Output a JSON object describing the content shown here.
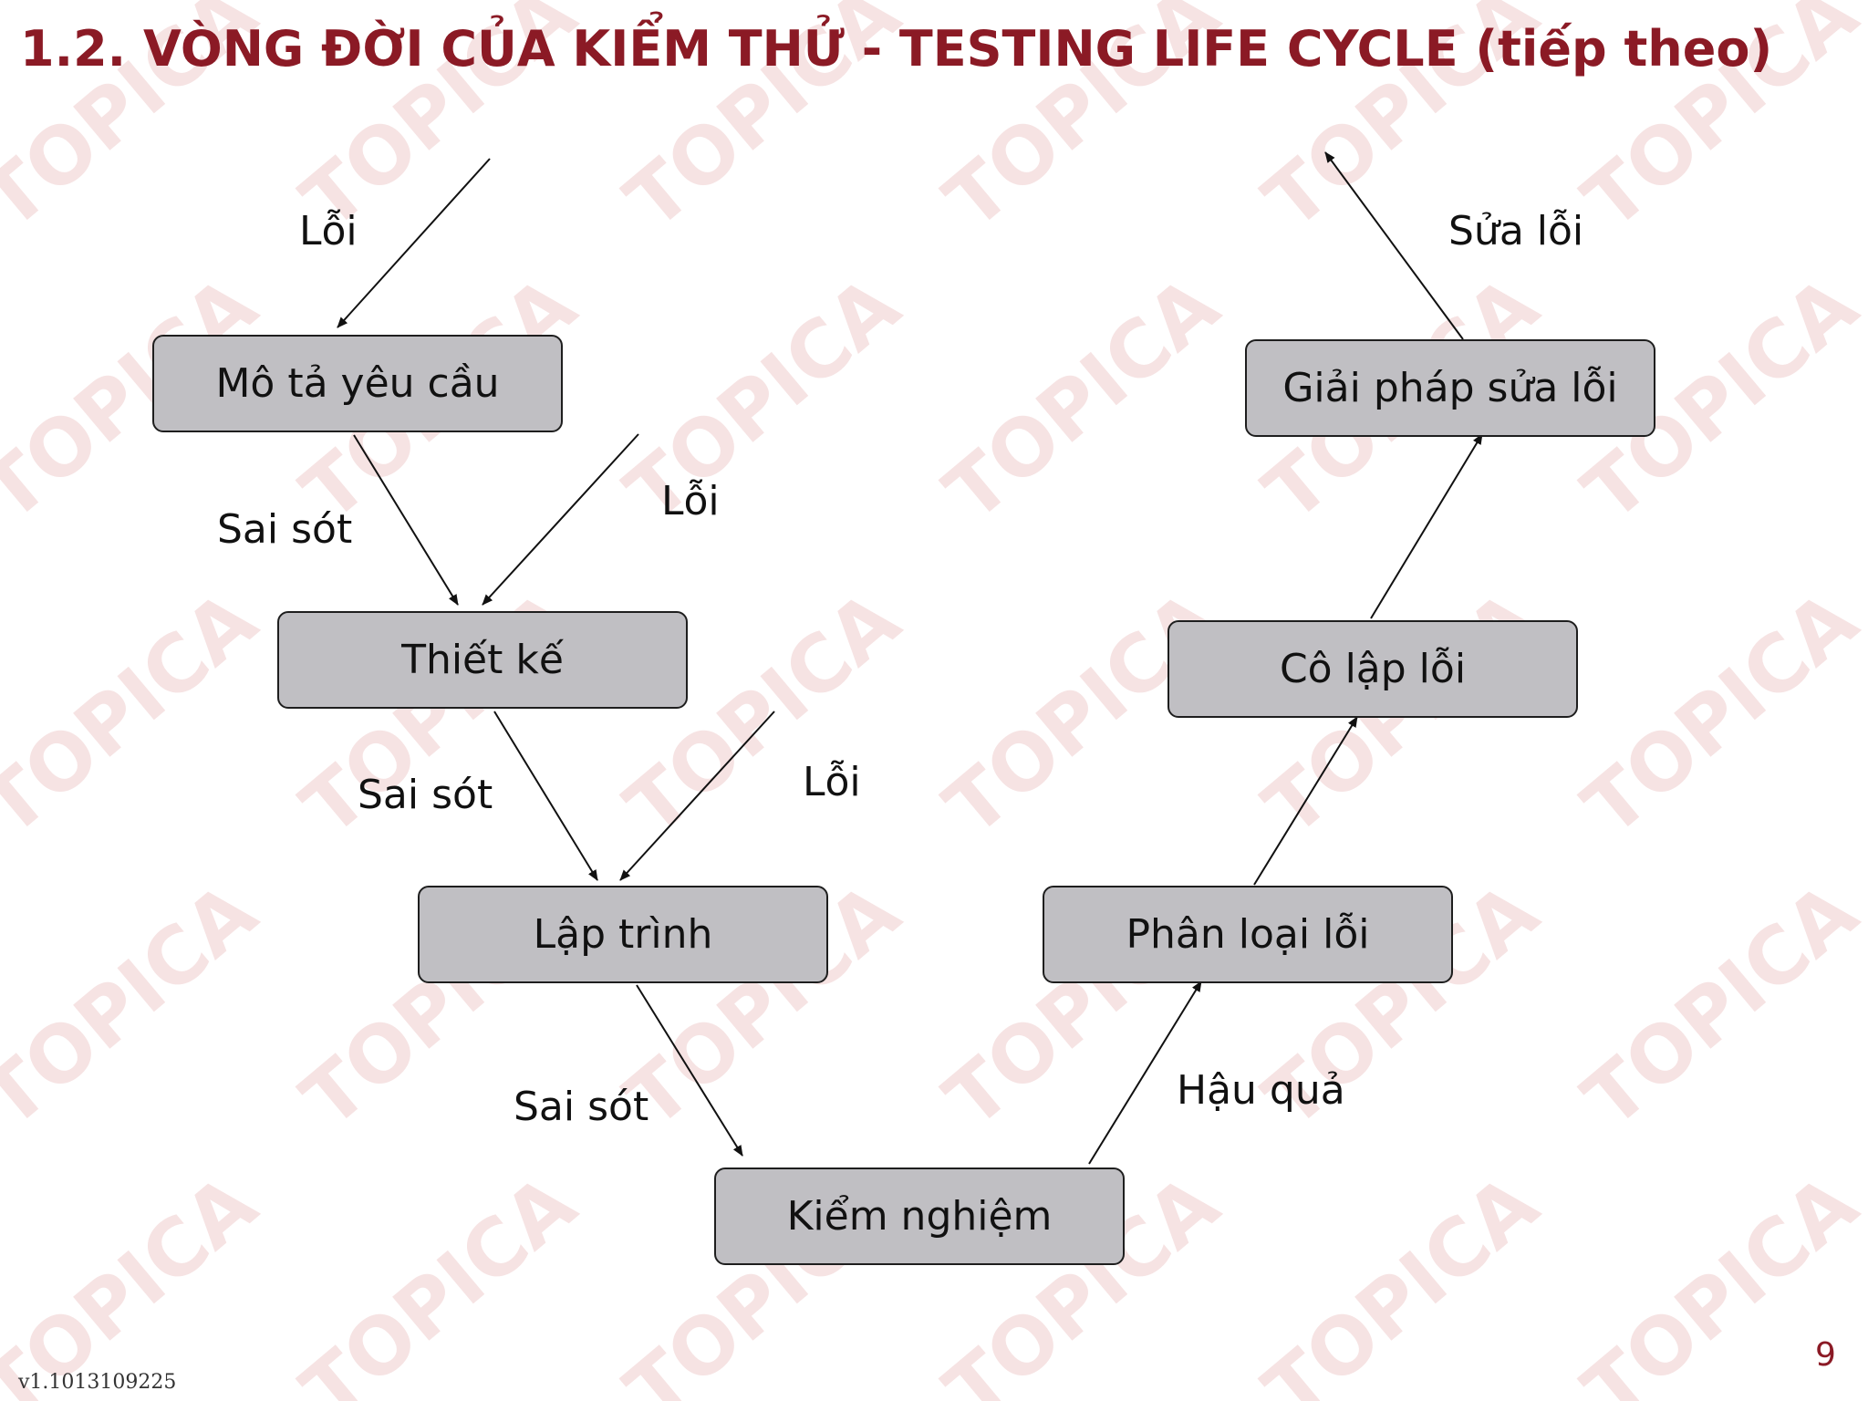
{
  "title": "1.2. VÒNG ĐỜI CỦA KIỂM THỬ - TESTING LIFE CYCLE (tiếp theo)",
  "watermark_text": "TOPICA",
  "nodes": {
    "requirements": "Mô tả yêu cầu",
    "design": "Thiết kế",
    "coding": "Lập trình",
    "testing": "Kiểm nghiệm",
    "classify": "Phân loại lỗi",
    "isolate": "Cô lập lỗi",
    "solution": "Giải pháp sửa lỗi"
  },
  "edge_labels": {
    "fault_1": "Lỗi",
    "fault_2": "Lỗi",
    "fault_3": "Lỗi",
    "error_1": "Sai sót",
    "error_2": "Sai sót",
    "error_3": "Sai sót",
    "consequence": "Hậu quả",
    "fix": "Sửa lỗi"
  },
  "footer": {
    "version": "v1.1013109225",
    "page_number": "9"
  },
  "colors": {
    "title": "#8b1a25",
    "node_fill": "#c0bfc3",
    "node_border": "#1e1e1e",
    "watermark": "#f6e3e3"
  }
}
